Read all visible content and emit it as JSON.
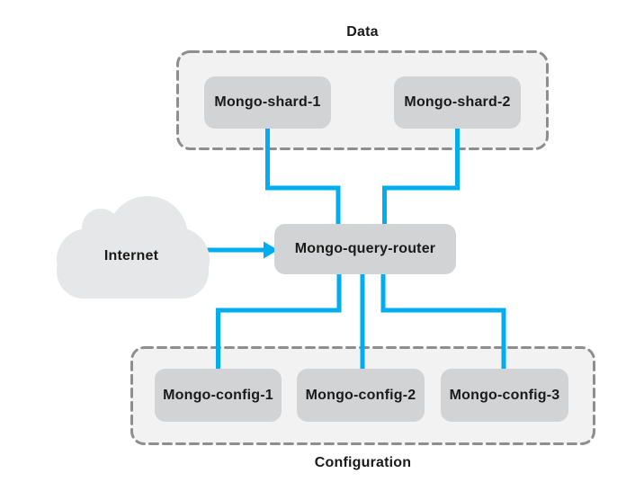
{
  "groups": {
    "data": {
      "label": "Data"
    },
    "configuration": {
      "label": "Configuration"
    }
  },
  "nodes": {
    "shard1": {
      "label": "Mongo-shard-1"
    },
    "shard2": {
      "label": "Mongo-shard-2"
    },
    "router": {
      "label": "Mongo-query-router"
    },
    "config1": {
      "label": "Mongo-config-1"
    },
    "config2": {
      "label": "Mongo-config-2"
    },
    "config3": {
      "label": "Mongo-config-3"
    }
  },
  "cloud": {
    "label": "Internet"
  },
  "edges": [
    {
      "from": "internet-cloud",
      "to": "router",
      "style": "arrow"
    },
    {
      "from": "shard1",
      "to": "router",
      "style": "elbow-line"
    },
    {
      "from": "shard2",
      "to": "router",
      "style": "elbow-line"
    },
    {
      "from": "router",
      "to": "config1",
      "style": "elbow-line"
    },
    {
      "from": "router",
      "to": "config2",
      "style": "straight-line"
    },
    {
      "from": "router",
      "to": "config3",
      "style": "elbow-line"
    }
  ],
  "colors": {
    "accent": "#00aeef",
    "node_fill": "#d1d3d4",
    "group_fill": "#f2f2f3",
    "group_border": "#8c8e90",
    "cloud_fill": "#e6e7e8",
    "text": "#1a1a1a",
    "background": "#ffffff"
  }
}
